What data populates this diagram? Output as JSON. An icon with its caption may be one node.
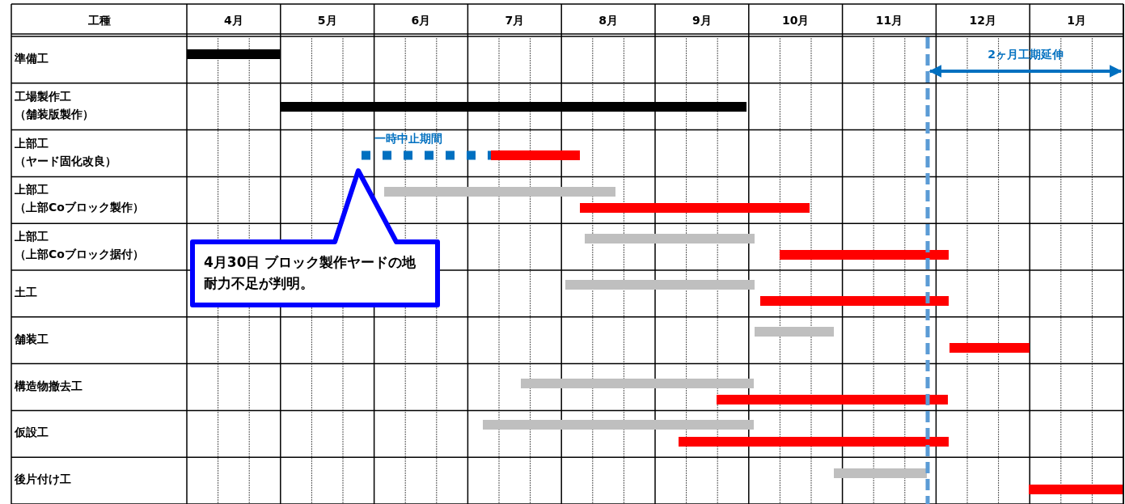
{
  "diagram": {
    "nodes": [
      {
        "text": [
          "4月30日 ブロック製作ヤードの地耐力不足が判明。"
        ]
      }
    ],
    "labels": [
      "工種",
      "4月",
      "5月",
      "6月",
      "7月",
      "8月",
      "9月",
      "10月",
      "11月",
      "12月",
      "1月",
      "準備工",
      "工場製作工",
      "（舗装版製作）",
      "上部工",
      "（ヤード固化改良）",
      "上部工",
      "（上部Coブロック製作）",
      "上部工",
      "（上部Coブロック据付）",
      "土工",
      "舗装工",
      "構造物撤去工",
      "仮設工",
      "後片付け工",
      "一時中止期間",
      "2ヶ月工期延伸"
    ]
  }
}
